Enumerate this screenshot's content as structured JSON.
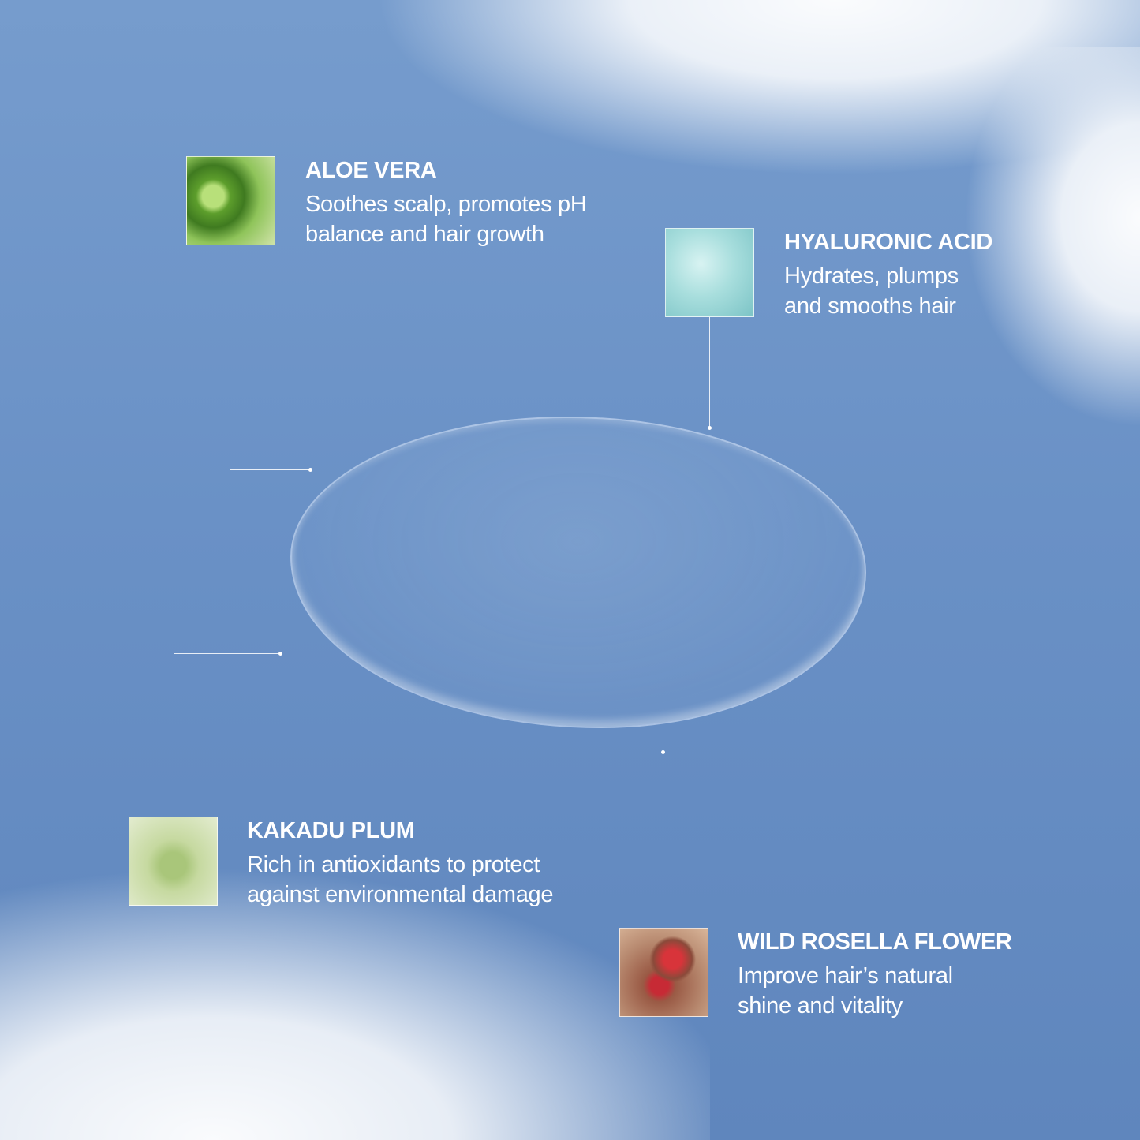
{
  "ingredients": [
    {
      "name": "ALOE VERA",
      "description": "Soothes scalp, promotes pH balance and hair growth",
      "color": "#6fae3c"
    },
    {
      "name": "HYALURONIC ACID",
      "description": "Hydrates, plumps and smooths hair",
      "color": "#a9dcdc"
    },
    {
      "name": "KAKADU PLUM",
      "description": "Rich in antioxidants to protect against environmental damage",
      "color": "#9fbf6e"
    },
    {
      "name": "WILD ROSELLA FLOWER",
      "description": "Improve hair’s natural shine and vitality",
      "color": "#c23a3a"
    }
  ]
}
